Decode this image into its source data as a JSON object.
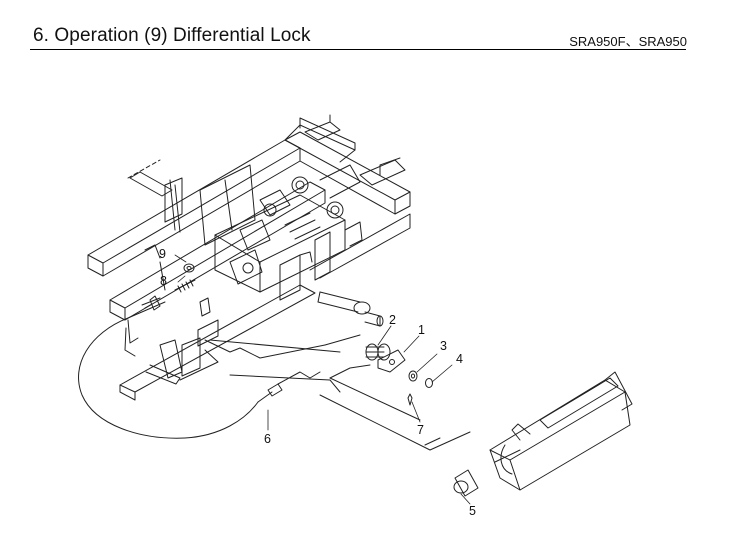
{
  "header": {
    "title": "6. Operation (9) Differential Lock",
    "model": "SRA950F、SRA950"
  },
  "callouts": [
    "1",
    "2",
    "3",
    "4",
    "5",
    "6",
    "7",
    "8",
    "9"
  ]
}
